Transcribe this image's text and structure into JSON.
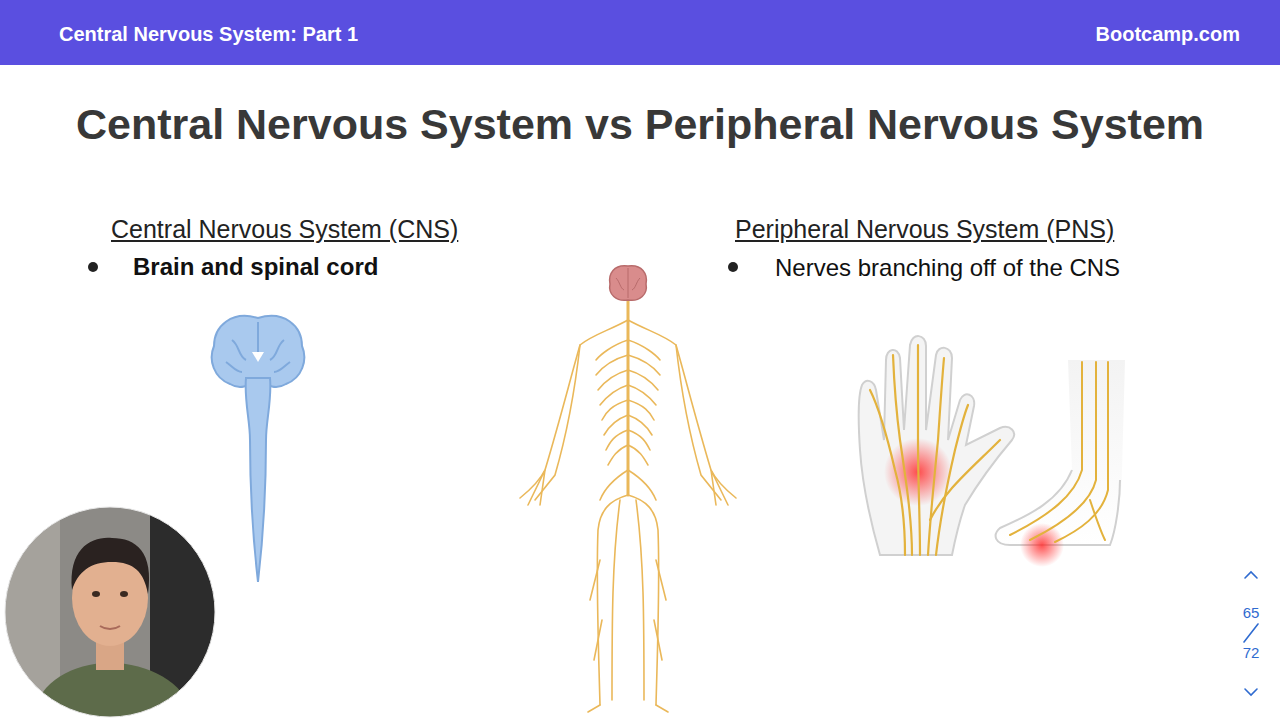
{
  "diagram": {
    "title": "Central Nervous System vs Peripheral Nervous System",
    "nodes": [
      {
        "text": [
          "Central Nervous System: Part 1",
          "Bootcamp.com"
        ]
      }
    ],
    "labels": [
      "Central Nervous System (CNS)",
      "Brain and spinal cord",
      "Peripheral Nervous System (PNS)",
      "Nerves branching off of the CNS",
      "65",
      "72"
    ]
  }
}
